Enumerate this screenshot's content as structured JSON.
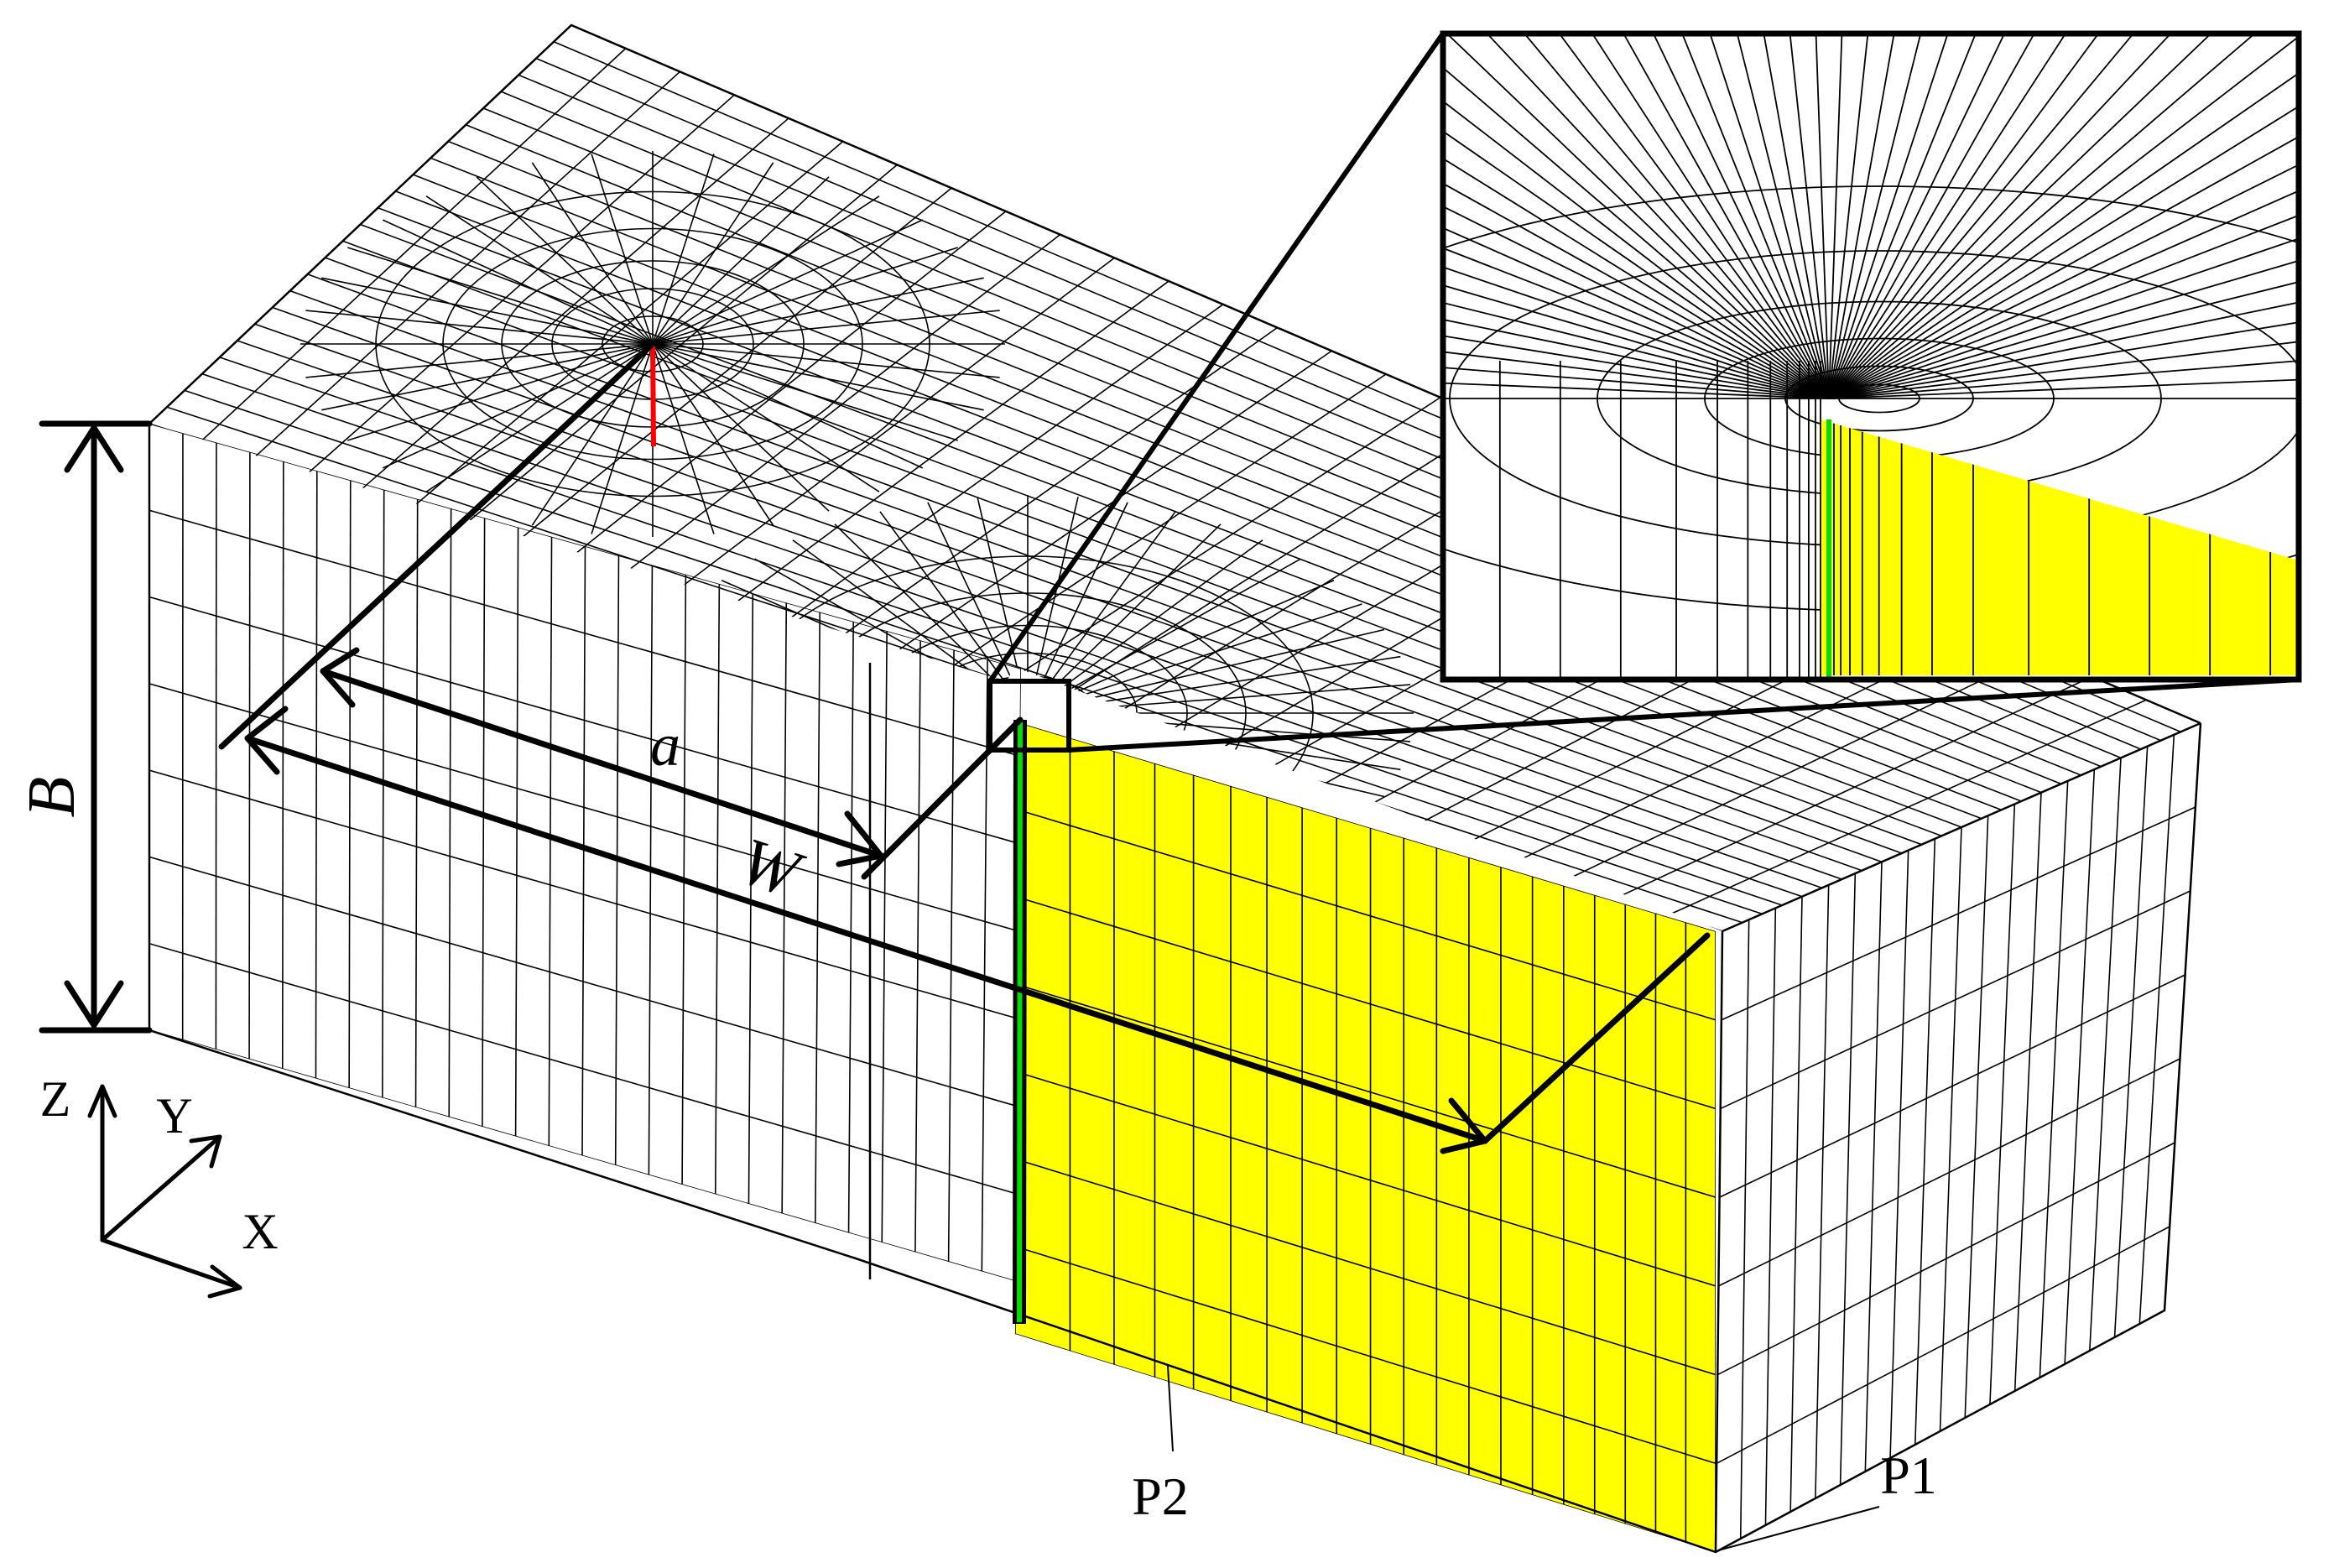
{
  "labels": {
    "B": "B",
    "a": "a",
    "W": "W",
    "P1": "P1",
    "P2": "P2",
    "Z": "Z",
    "Y": "Y",
    "X": "X"
  },
  "colors": {
    "mesh": "#000000",
    "crack_face": "#ffff00",
    "crack_front": "#00dd00",
    "notch_line": "#ff0000",
    "background": "#ffffff"
  }
}
